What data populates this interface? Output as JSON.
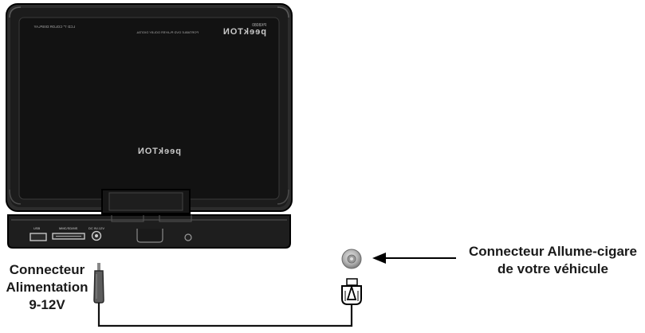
{
  "device": {
    "brand_top": "peekTON",
    "model": "PK8080",
    "tagline": "PORTABLE DVD PLAYER DOLBY DIGITAL",
    "panel_text": "LCD 7\" COLOR DISPLAY",
    "brand_center": "peekTON",
    "port_labels": {
      "usb": "USB",
      "card": "MMC/SD/MS",
      "dc": "DC 9V-12V"
    }
  },
  "labels": {
    "power": {
      "line1": "Connecteur",
      "line2": "Alimentation",
      "line3": "9-12V"
    },
    "cigar": {
      "line1": "Connecteur Allume-cigare",
      "line2": "de votre véhicule"
    }
  },
  "colors": {
    "screen": "#121212",
    "bezel": "#2c2c2c",
    "outline": "#000000",
    "cable": "#111111"
  }
}
